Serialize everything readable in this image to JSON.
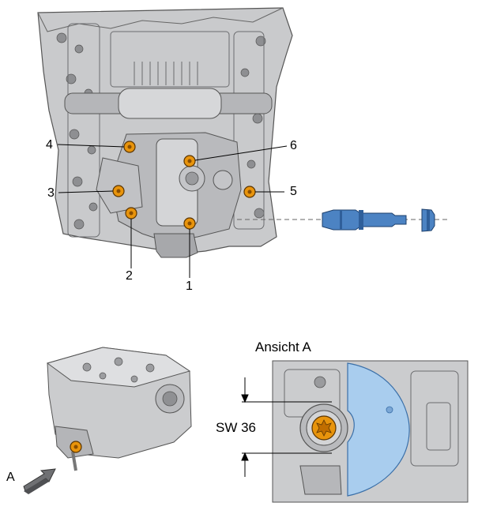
{
  "callouts": {
    "c1": "1",
    "c2": "2",
    "c3": "3",
    "c4": "4",
    "c5": "5",
    "c6": "6"
  },
  "view": {
    "title": "Ansicht A",
    "wrench_size": "SW 36"
  },
  "direction_label": "A",
  "colors": {
    "bolt_orange": "#e8940c",
    "tool_blue": "#4c83c3",
    "shield_blue": "#a9cdee",
    "casting_gray": "#c9cacc",
    "dark_gray": "#7b7c7e"
  }
}
